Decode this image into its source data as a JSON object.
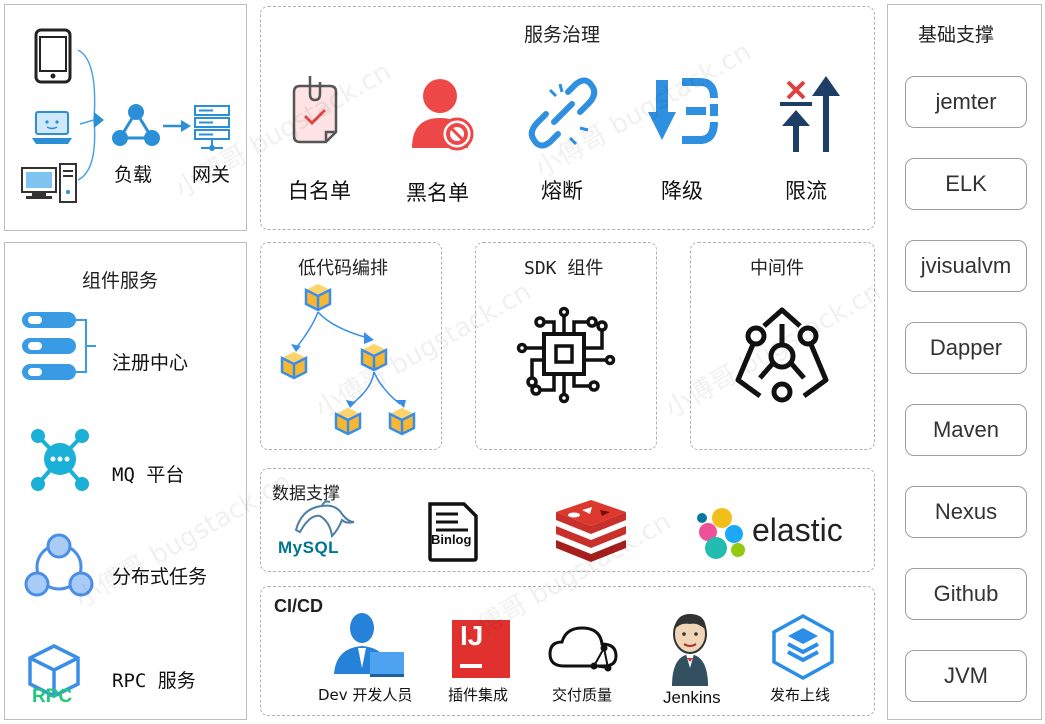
{
  "access": {
    "load_label": "负载",
    "gateway_label": "网关"
  },
  "governance": {
    "title": "服务治理",
    "items": [
      "白名单",
      "黑名单",
      "熔断",
      "降级",
      "限流"
    ]
  },
  "components": {
    "title": "组件服务",
    "items": [
      "注册中心",
      "MQ 平台",
      "分布式任务",
      "RPC 服务"
    ],
    "rpc_icon_text": "RPC"
  },
  "lowcode": {
    "title": "低代码编排"
  },
  "sdk": {
    "title": "SDK 组件"
  },
  "middleware": {
    "title": "中间件"
  },
  "data": {
    "title": "数据支撑",
    "logos": {
      "mysql": "MySQL",
      "binlog": "Binlog",
      "elastic": "elastic"
    }
  },
  "cicd": {
    "title": "CI/CD",
    "ij_text": "IJ",
    "items": [
      "Dev 开发人员",
      "插件集成",
      "交付质量",
      "Jenkins",
      "发布上线"
    ]
  },
  "infra": {
    "title": "基础支撑",
    "tools": [
      "jemter",
      "ELK",
      "jvisualvm",
      "Dapper",
      "Maven",
      "Nexus",
      "Github",
      "JVM"
    ]
  },
  "watermark": "小傅哥 bugstack.cn"
}
